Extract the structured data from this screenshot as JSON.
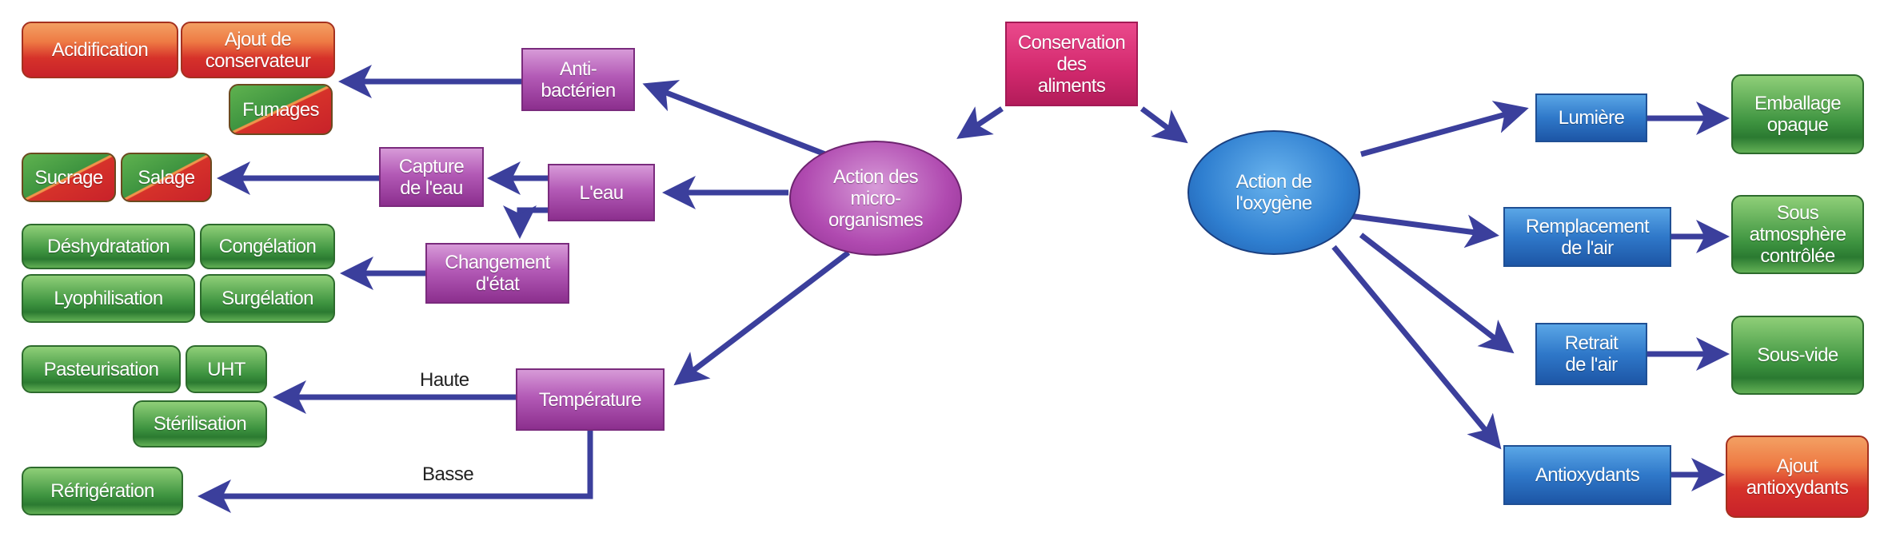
{
  "root": "Conservation\ndes\naliments",
  "micro": {
    "title": "Action des\nmicro-\norganismes",
    "antibacterien": "Anti-\nbactérien",
    "eau": "L'eau",
    "capture": "Capture\nde l'eau",
    "changement": "Changement\nd'état",
    "temperature": "Température",
    "haute": "Haute",
    "basse": "Basse",
    "methods": {
      "acidification": "Acidification",
      "ajout_conservateur": "Ajout de\nconservateur",
      "fumages": "Fumages",
      "sucrage": "Sucrage",
      "salage": "Salage",
      "deshydratation": "Déshydratation",
      "congelation": "Congélation",
      "lyophilisation": "Lyophilisation",
      "surgelation": "Surgélation",
      "pasteurisation": "Pasteurisation",
      "uht": "UHT",
      "sterilisation": "Stérilisation",
      "refrigeration": "Réfrigération"
    }
  },
  "oxygen": {
    "title": "Action de\nl'oxygène",
    "lumiere": "Lumière",
    "remplacement": "Remplacement\nde l'air",
    "retrait": "Retrait\nde l'air",
    "antioxydants": "Antioxydants",
    "methods": {
      "emballage": "Emballage\nopaque",
      "atmosphere": "Sous\natmosphère\ncontrôlée",
      "sous_vide": "Sous-vide",
      "ajout_antioxydants": "Ajout\nantioxydants"
    }
  },
  "colors": {
    "arrow": "#3b3f9c",
    "purple": "#a84aab",
    "blue": "#2f78c9",
    "green": "#3e9440",
    "red": "#d6322a",
    "magenta": "#d42a6f"
  }
}
